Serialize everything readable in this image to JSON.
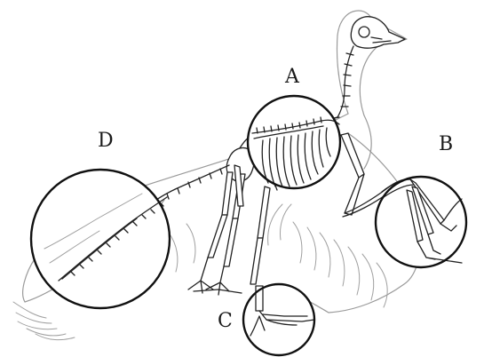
{
  "figure": {
    "labels": {
      "a": "A",
      "b": "B",
      "c": "C",
      "d": "D"
    }
  }
}
